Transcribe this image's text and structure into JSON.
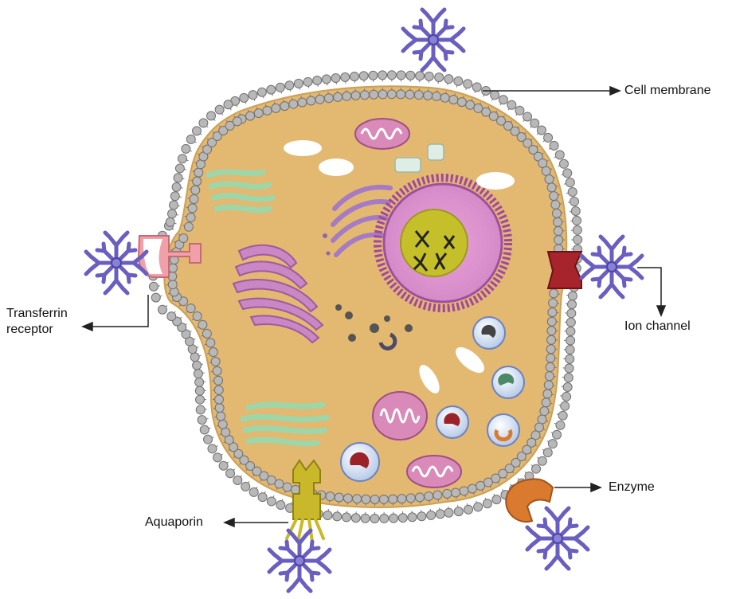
{
  "labels": {
    "cell_membrane": "Cell membrane",
    "transferrin_receptor_line1": "Transferrin",
    "transferrin_receptor_line2": "receptor",
    "ion_channel": "Ion channel",
    "enzyme": "Enzyme",
    "aquaporin": "Aquaporin"
  },
  "colors": {
    "cytoplasm": "#e3b870",
    "membrane_head": "#b8b8b8",
    "glycan": "#6a5fc0",
    "mitochondria": "#d98ab8",
    "golgi": "#c987c6",
    "er": "#9dd6a8",
    "nucleus_envelope": "#cf8ac8",
    "nucleolus": "#c5bf2a",
    "ion_channel": "#a8242c",
    "transferrin_receptor": "#f0a0a8",
    "enzyme": "#d97a2e",
    "aquaporin": "#c9b82a"
  }
}
